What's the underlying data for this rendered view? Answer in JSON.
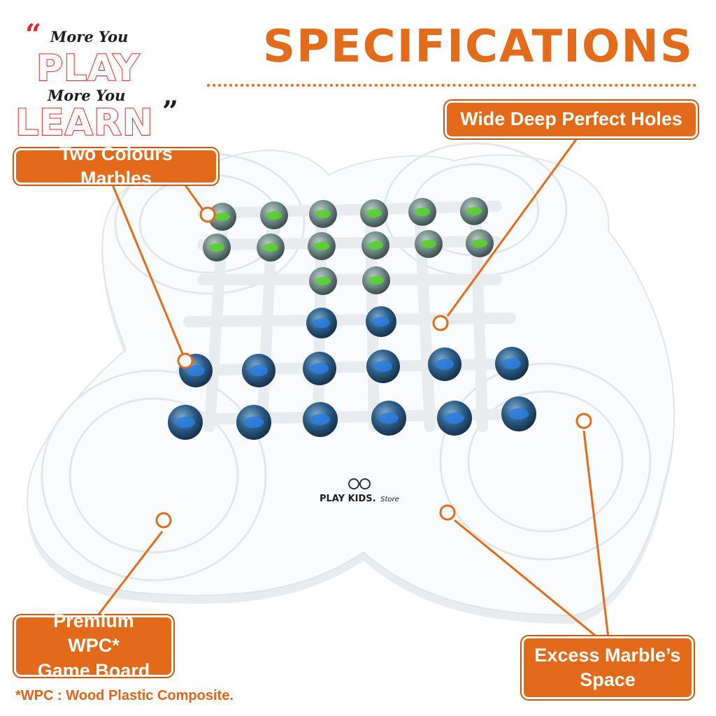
{
  "slogan": {
    "open_quote": "“",
    "line1": "More You",
    "line2": "PLAY",
    "line3": "More You",
    "line4": "LEARN",
    "close_quote": "”"
  },
  "title": "SPECIFICATIONS",
  "labels": {
    "holes": "Wide Deep Perfect Holes",
    "marbles": "Two Colours Marbles",
    "board_line1": "Premium WPC*",
    "board_line2": "Game Board",
    "space_line1": "Excess Marble’s",
    "space_line2": "Space"
  },
  "board_text": {
    "brand": "PLAY KIDS.",
    "brand_sub": "Store"
  },
  "footnote": "*WPC : Wood Plastic Composite.",
  "colors": {
    "accent": "#e36a1a",
    "slogan_red": "#e3262b",
    "green_marble": "#4fc22a",
    "blue_marble": "#1f6fd1"
  }
}
